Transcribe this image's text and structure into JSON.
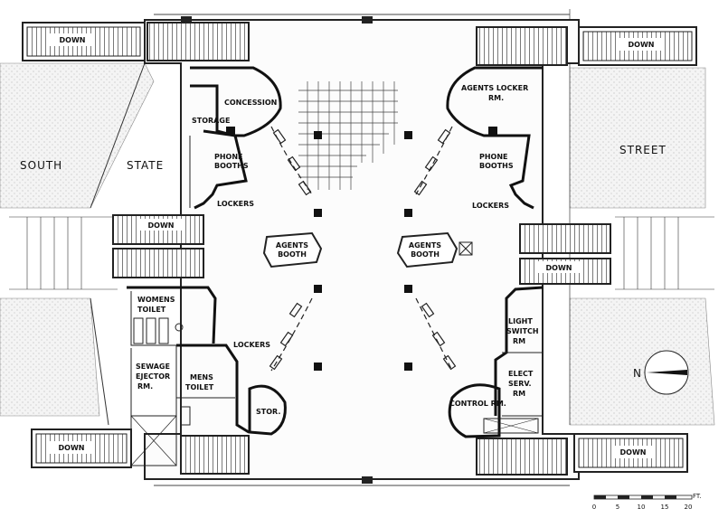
{
  "streets": {
    "south": "SOUTH",
    "state": "STATE",
    "street": "STREET"
  },
  "stairs": {
    "down": "DOWN"
  },
  "rooms": {
    "concession": "CONCESSION",
    "storage": "STORAGE",
    "phone_booths_line1": "PHONE",
    "phone_booths_line2": "BOOTHS",
    "lockers": "LOCKERS",
    "agents_booth_line1": "AGENTS",
    "agents_booth_line2": "BOOTH",
    "womens_toilet_line1": "WOMENS",
    "womens_toilet_line2": "TOILET",
    "mens_toilet_line1": "MENS",
    "mens_toilet_line2": "TOILET",
    "sewage_line1": "SEWAGE",
    "sewage_line2": "EJECTOR",
    "sewage_line3": "RM.",
    "stor": "STOR.",
    "agents_locker_line1": "AGENTS LOCKER",
    "agents_locker_line2": "RM.",
    "light_switch_line1": "LIGHT",
    "light_switch_line2": "SWITCH",
    "light_switch_line3": "RM",
    "elect_serv_line1": "ELECT",
    "elect_serv_line2": "SERV.",
    "elect_serv_line3": "RM",
    "control_rm": "CONTROL RM."
  },
  "north_arrow": {
    "label": "N"
  },
  "scale_bar": {
    "unit": "FT.",
    "ticks": [
      "0",
      "5",
      "10",
      "15",
      "20"
    ]
  }
}
